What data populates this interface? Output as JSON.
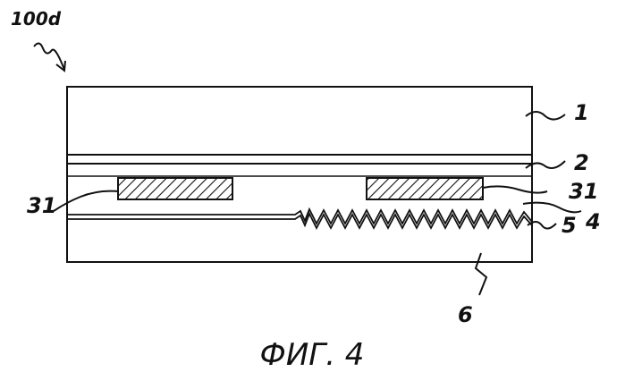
{
  "figure": {
    "id_label": "100d",
    "caption": "ФИГ. 4",
    "labels": {
      "layer_1": "1",
      "layer_2": "2",
      "element_31_left": "31",
      "element_31_right": "31",
      "layer_4": "4",
      "layer_5": "5",
      "layer_6": "6"
    }
  }
}
